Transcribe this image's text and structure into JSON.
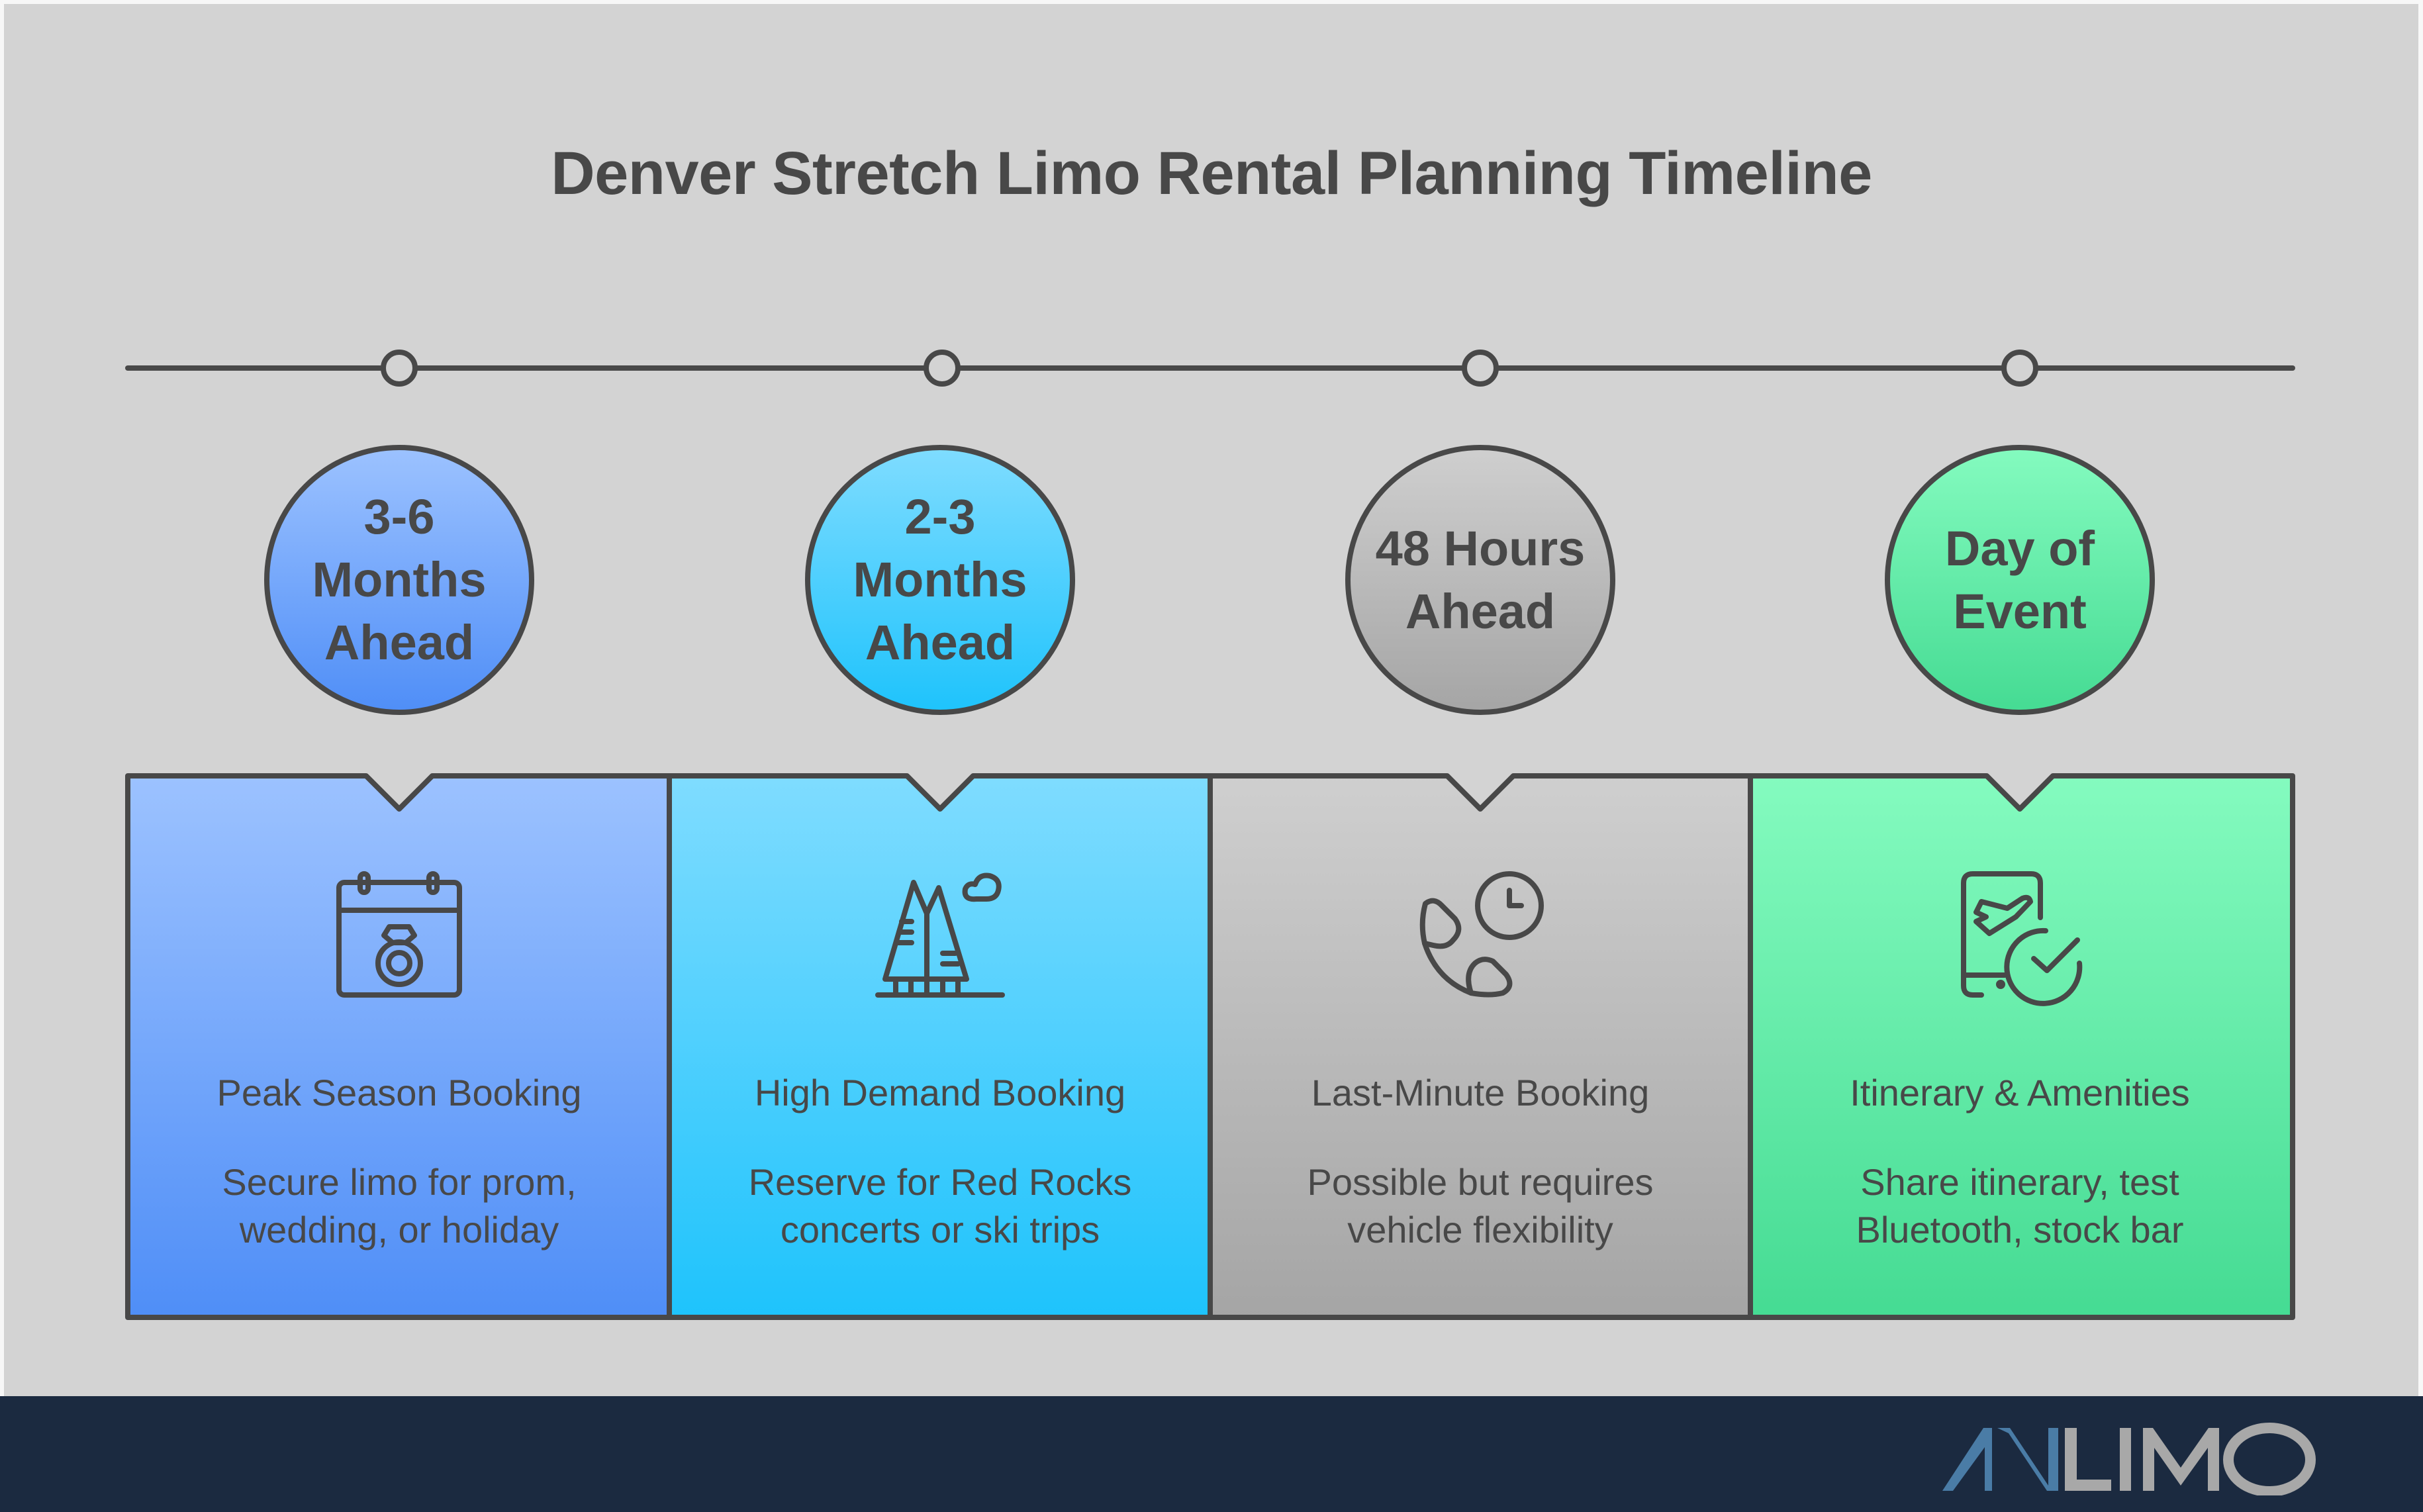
{
  "title": "Denver Stretch Limo Rental Planning Timeline",
  "colors": {
    "background": "#d3d3d3",
    "stroke": "#484848",
    "footer": "#1b2a40",
    "logo_accent": "#4a7ca6",
    "logo_text": "#a8a8a8"
  },
  "phases": [
    {
      "label_lines": [
        "3-6",
        "Months",
        "Ahead"
      ],
      "card_title": "Peak Season Booking",
      "card_desc_lines": [
        "Secure limo for prom,",
        "wedding, or holiday"
      ],
      "icon": "calendar-ring-icon",
      "color_top": "#9cc2ff",
      "color_bottom": "#4f8ef7"
    },
    {
      "label_lines": [
        "2-3",
        "Months",
        "Ahead"
      ],
      "card_title": "High Demand Booking",
      "card_desc_lines": [
        "Reserve for Red Rocks",
        "concerts or ski trips"
      ],
      "icon": "trees-cloud-icon",
      "color_top": "#7fdcff",
      "color_bottom": "#1ec3fc"
    },
    {
      "label_lines": [
        "48 Hours",
        "Ahead"
      ],
      "card_title": "Last-Minute Booking",
      "card_desc_lines": [
        "Possible but requires",
        "vehicle flexibility"
      ],
      "icon": "phone-clock-icon",
      "color_top": "#cfcfcf",
      "color_bottom": "#a5a5a5"
    },
    {
      "label_lines": [
        "Day of",
        "Event"
      ],
      "card_title": "Itinerary & Amenities",
      "card_desc_lines": [
        "Share itinerary, test",
        "Bluetooth, stock bar"
      ],
      "icon": "mobile-flight-check-icon",
      "color_top": "#84fbbf",
      "color_bottom": "#45db93"
    }
  ],
  "footer": {
    "logo_part1": "AN",
    "logo_part2": "LIMO"
  }
}
